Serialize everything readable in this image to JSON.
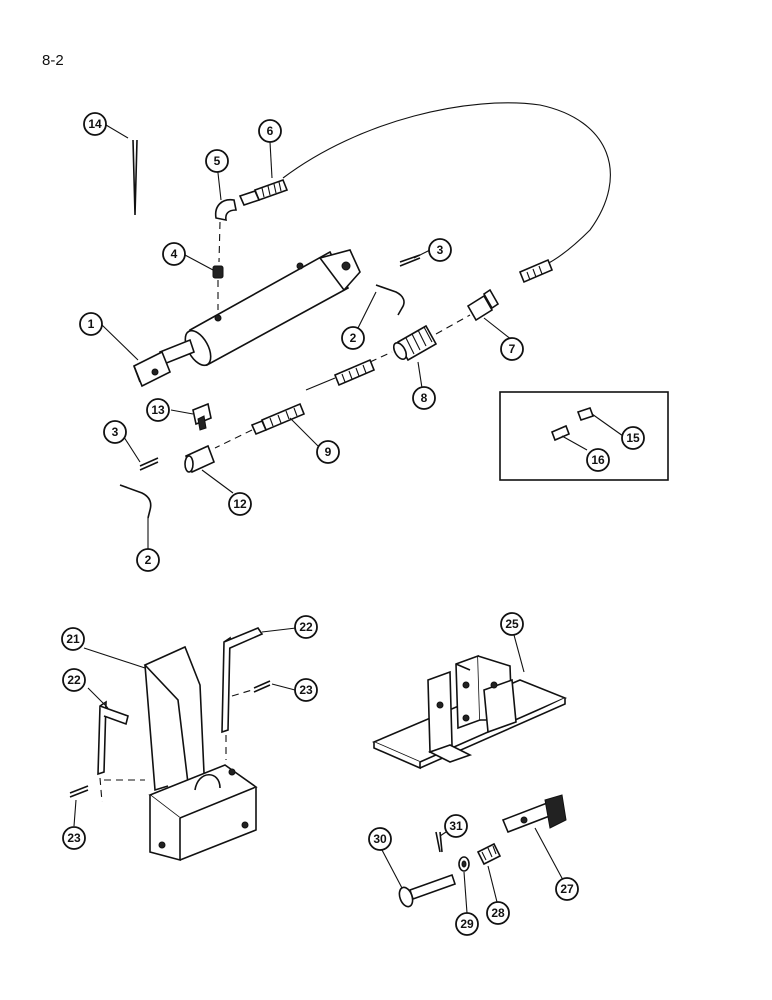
{
  "page_number": "8-2",
  "callouts": {
    "c14": "14",
    "c6": "6",
    "c5": "5",
    "c4": "4",
    "c3a": "3",
    "c1": "1",
    "c2a": "2",
    "c7": "7",
    "c8": "8",
    "c13": "13",
    "c3b": "3",
    "c9": "9",
    "c12": "12",
    "c2b": "2",
    "c15": "15",
    "c16": "16",
    "c21": "21",
    "c22a": "22",
    "c22b": "22",
    "c23a": "23",
    "c23b": "23",
    "c25": "25",
    "c31": "31",
    "c30": "30",
    "c29": "29",
    "c28": "28",
    "c27": "27"
  }
}
